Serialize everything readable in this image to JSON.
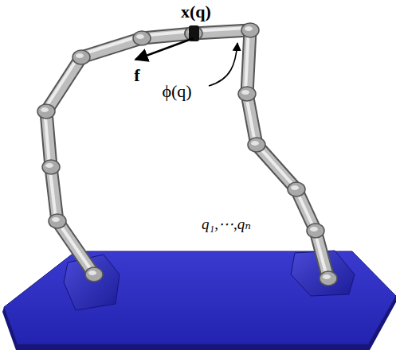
{
  "diagram": {
    "labels": [
      "x(q)",
      "f",
      "ϕ(q)",
      "q₁,⋯,qₙ"
    ]
  }
}
